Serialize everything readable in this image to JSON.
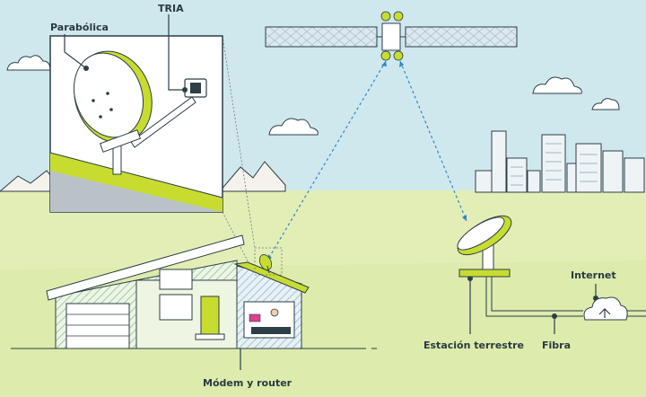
{
  "labels": {
    "dish": "Parabólica",
    "tria": "TRIA",
    "modem_router": "Módem y router",
    "ground_station": "Estación terrestre",
    "fiber": "Fibra",
    "internet": "Internet"
  },
  "colors": {
    "sky": "#cfe8ee",
    "ground": "#e2eeb6",
    "lime": "#b6d23a",
    "navy": "#2c3e46",
    "link": "#2f86c6",
    "mountains": "#f4f2ea",
    "clouds": "#ffffff"
  }
}
